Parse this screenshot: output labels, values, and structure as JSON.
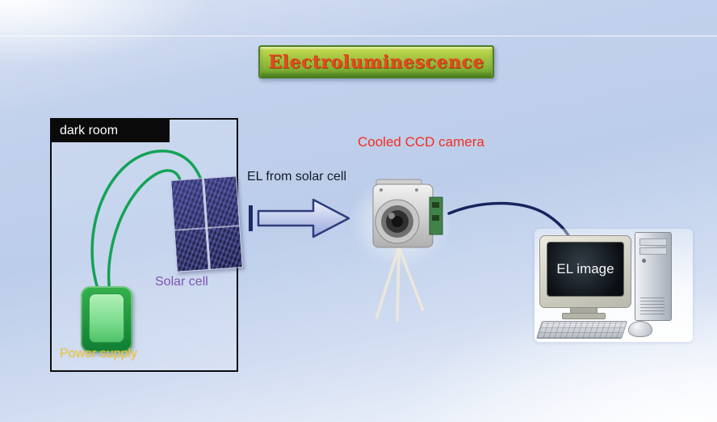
{
  "title_banner": {
    "label": "Electroluminescence"
  },
  "dark_room": {
    "header_label": "dark room",
    "solar_cell_label": "Solar cell",
    "power_supply_label": "Power supply"
  },
  "beam": {
    "label": "EL from solar cell"
  },
  "camera": {
    "label": "Cooled CCD camera"
  },
  "computer": {
    "screen_label": "EL image"
  },
  "colors": {
    "background_blue": "#c2d1ec",
    "banner_fill_top": "#c9dc52",
    "banner_fill_bottom": "#67a22f",
    "banner_border": "#4c7d20",
    "title_text": "#e8481f",
    "camera_label_red": "#f42d20",
    "solar_cell_label_purple": "#7e57b5",
    "power_supply_label_yellow": "#edc83f",
    "wire_green": "#12a355",
    "cable_navy": "#16255f",
    "arrow_fill": "#c9d4f0",
    "arrow_border": "#2f3c7c",
    "dark_room_header_bg": "#0a0a0a"
  }
}
